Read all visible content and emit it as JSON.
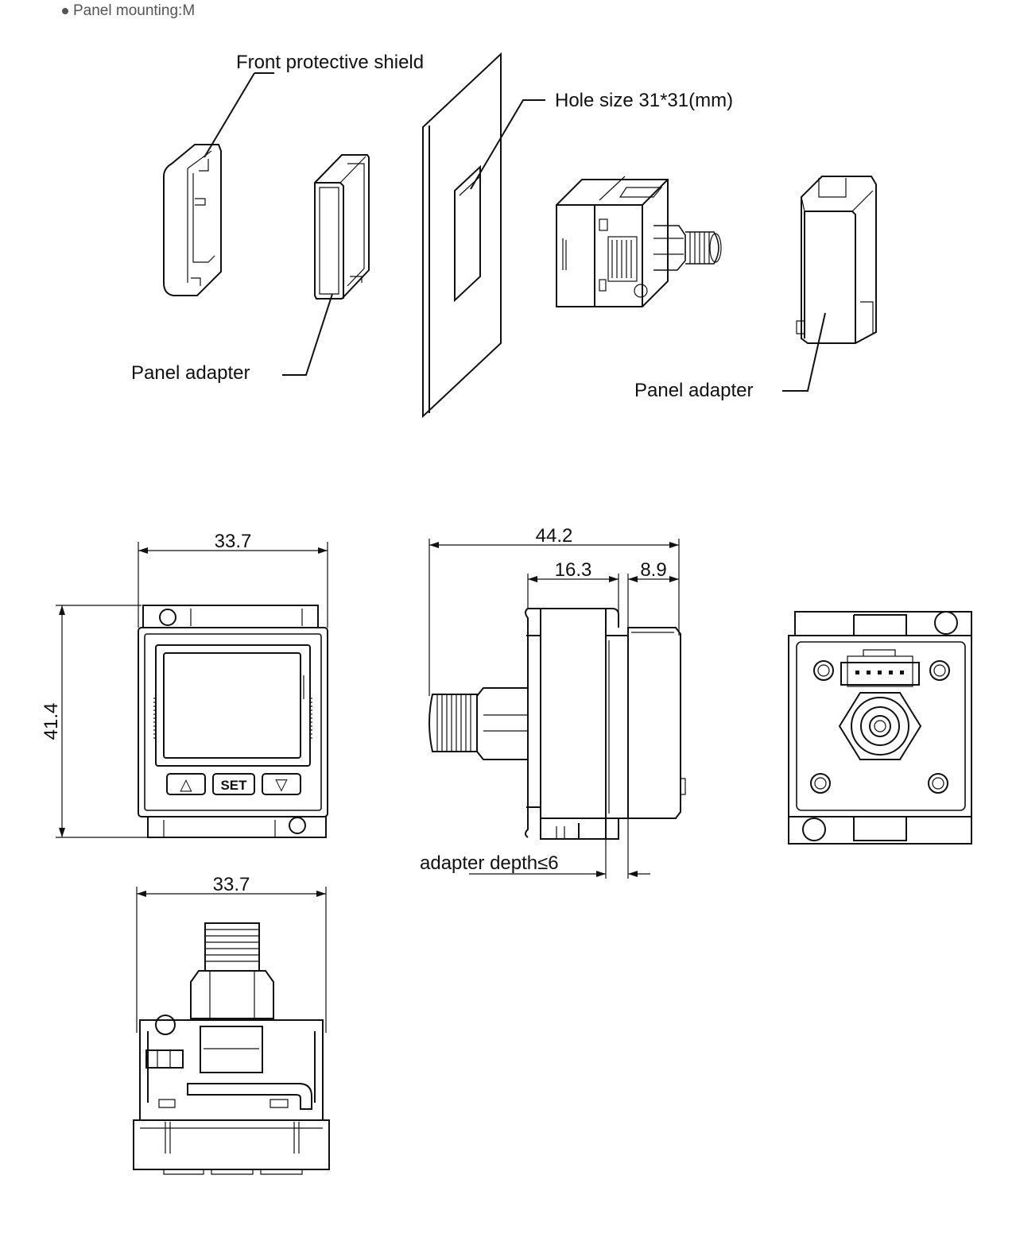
{
  "heading": {
    "text": "Panel mounting:M"
  },
  "exploded_view": {
    "labels": {
      "front_shield": "Front protective shield",
      "hole_size": "Hole size 31*31(mm)",
      "panel_adapter_left": "Panel adapter",
      "panel_adapter_right": "Panel adapter"
    }
  },
  "dimensions": {
    "front_width": "33.7",
    "front_height": "41.4",
    "side_total": "44.2",
    "side_body": "16.3",
    "side_back": "8.9",
    "adapter_depth": "adapter depth≤6",
    "top_width": "33.7"
  },
  "front_buttons": {
    "up": "△",
    "set": "SET",
    "down": "▽"
  }
}
